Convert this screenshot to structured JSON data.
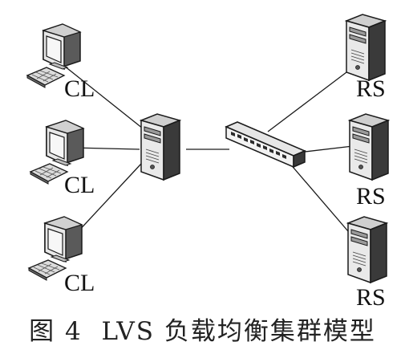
{
  "diagram": {
    "nodes": {
      "clients": [
        {
          "label": "CL"
        },
        {
          "label": "CL"
        },
        {
          "label": "CL"
        }
      ],
      "load_balancer": {
        "icon": "server-tower-icon"
      },
      "switch": {
        "icon": "network-switch-icon"
      },
      "real_servers": [
        {
          "label": "RS"
        },
        {
          "label": "RS"
        },
        {
          "label": "RS"
        }
      ]
    },
    "edges": [
      [
        "client-1",
        "load-balancer"
      ],
      [
        "client-2",
        "load-balancer"
      ],
      [
        "client-3",
        "load-balancer"
      ],
      [
        "load-balancer",
        "switch"
      ],
      [
        "switch",
        "real-server-1"
      ],
      [
        "switch",
        "real-server-2"
      ],
      [
        "switch",
        "real-server-3"
      ]
    ]
  },
  "caption": {
    "number": "图 4",
    "text": "LVS 负载均衡集群模型"
  },
  "colors": {
    "line": "#1a1a1a",
    "device_dark": "#3a3a3a",
    "device_mid": "#7a7a7a",
    "device_light": "#cfcfcf"
  }
}
